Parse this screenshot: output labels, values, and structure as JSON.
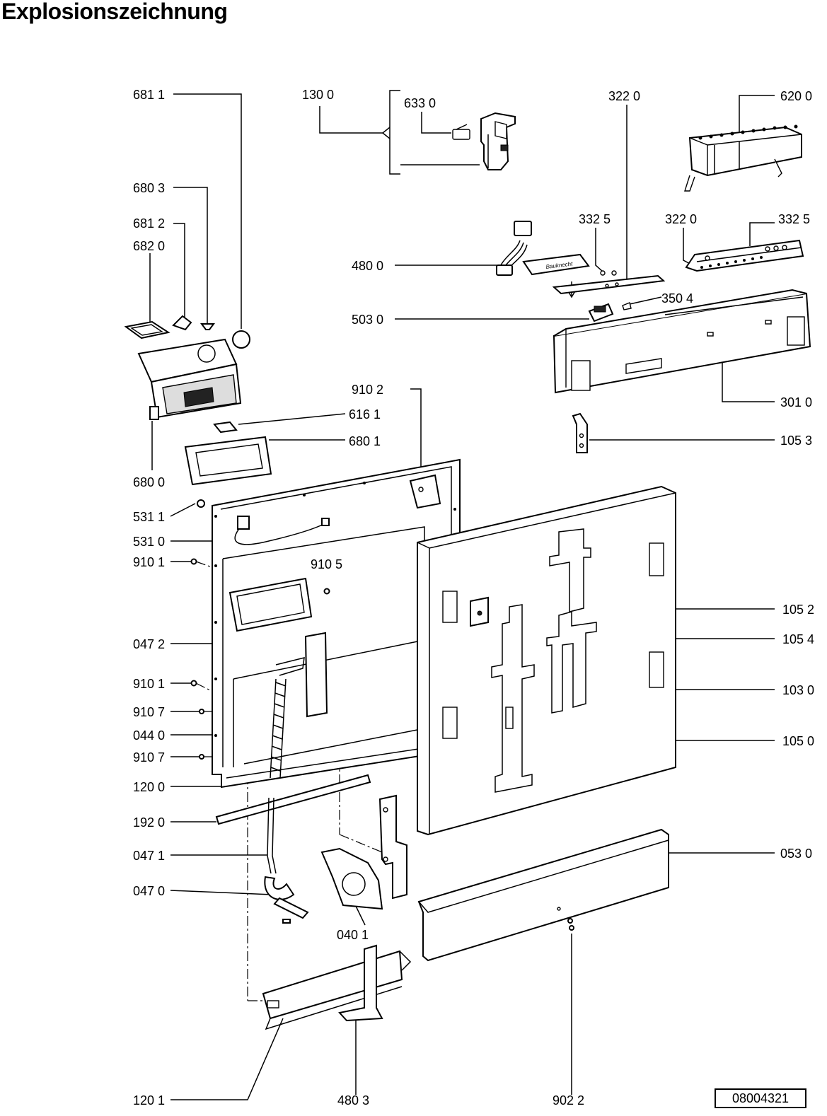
{
  "title": "Explosionszeichnung",
  "document_number": "08004321",
  "brand_mark": "Bauknecht",
  "labels": [
    {
      "id": "l-681-1",
      "text": "681 1"
    },
    {
      "id": "l-130-0",
      "text": "130 0"
    },
    {
      "id": "l-633-0",
      "text": "633 0"
    },
    {
      "id": "l-322-0a",
      "text": "322 0"
    },
    {
      "id": "l-620-0",
      "text": "620 0"
    },
    {
      "id": "l-680-3",
      "text": "680 3"
    },
    {
      "id": "l-681-2",
      "text": "681 2"
    },
    {
      "id": "l-682-0",
      "text": "682 0"
    },
    {
      "id": "l-332-5a",
      "text": "332 5"
    },
    {
      "id": "l-322-0b",
      "text": "322  0"
    },
    {
      "id": "l-332-5b",
      "text": "332  5"
    },
    {
      "id": "l-480-0",
      "text": "480 0"
    },
    {
      "id": "l-350-4",
      "text": "350 4"
    },
    {
      "id": "l-503-0",
      "text": "503  0"
    },
    {
      "id": "l-910-2",
      "text": "910 2"
    },
    {
      "id": "l-616-1",
      "text": "616 1"
    },
    {
      "id": "l-680-1",
      "text": "680 1"
    },
    {
      "id": "l-301-0",
      "text": "301 0"
    },
    {
      "id": "l-105-3",
      "text": "105 3"
    },
    {
      "id": "l-680-0",
      "text": "680 0"
    },
    {
      "id": "l-531-1",
      "text": "531 1"
    },
    {
      "id": "l-531-0",
      "text": "531 0"
    },
    {
      "id": "l-910-1a",
      "text": "910 1"
    },
    {
      "id": "l-910-5",
      "text": "910 5"
    },
    {
      "id": "l-105-2",
      "text": "105 2"
    },
    {
      "id": "l-047-2",
      "text": "047 2"
    },
    {
      "id": "l-105-4",
      "text": "105 4"
    },
    {
      "id": "l-910-1b",
      "text": "910 1"
    },
    {
      "id": "l-103-0",
      "text": "103 0"
    },
    {
      "id": "l-910-7a",
      "text": "910 7"
    },
    {
      "id": "l-044-0",
      "text": "044 0"
    },
    {
      "id": "l-105-0",
      "text": "105 0"
    },
    {
      "id": "l-910-7b",
      "text": "910 7"
    },
    {
      "id": "l-120-0",
      "text": "120 0"
    },
    {
      "id": "l-192-0",
      "text": "192 0"
    },
    {
      "id": "l-053-0",
      "text": "053 0"
    },
    {
      "id": "l-047-1",
      "text": "047 1"
    },
    {
      "id": "l-047-0",
      "text": "047 0"
    },
    {
      "id": "l-040-1",
      "text": "040 1"
    },
    {
      "id": "l-120-1",
      "text": "120 1"
    },
    {
      "id": "l-480-3",
      "text": "480 3"
    },
    {
      "id": "l-902-2",
      "text": "902 2"
    }
  ]
}
